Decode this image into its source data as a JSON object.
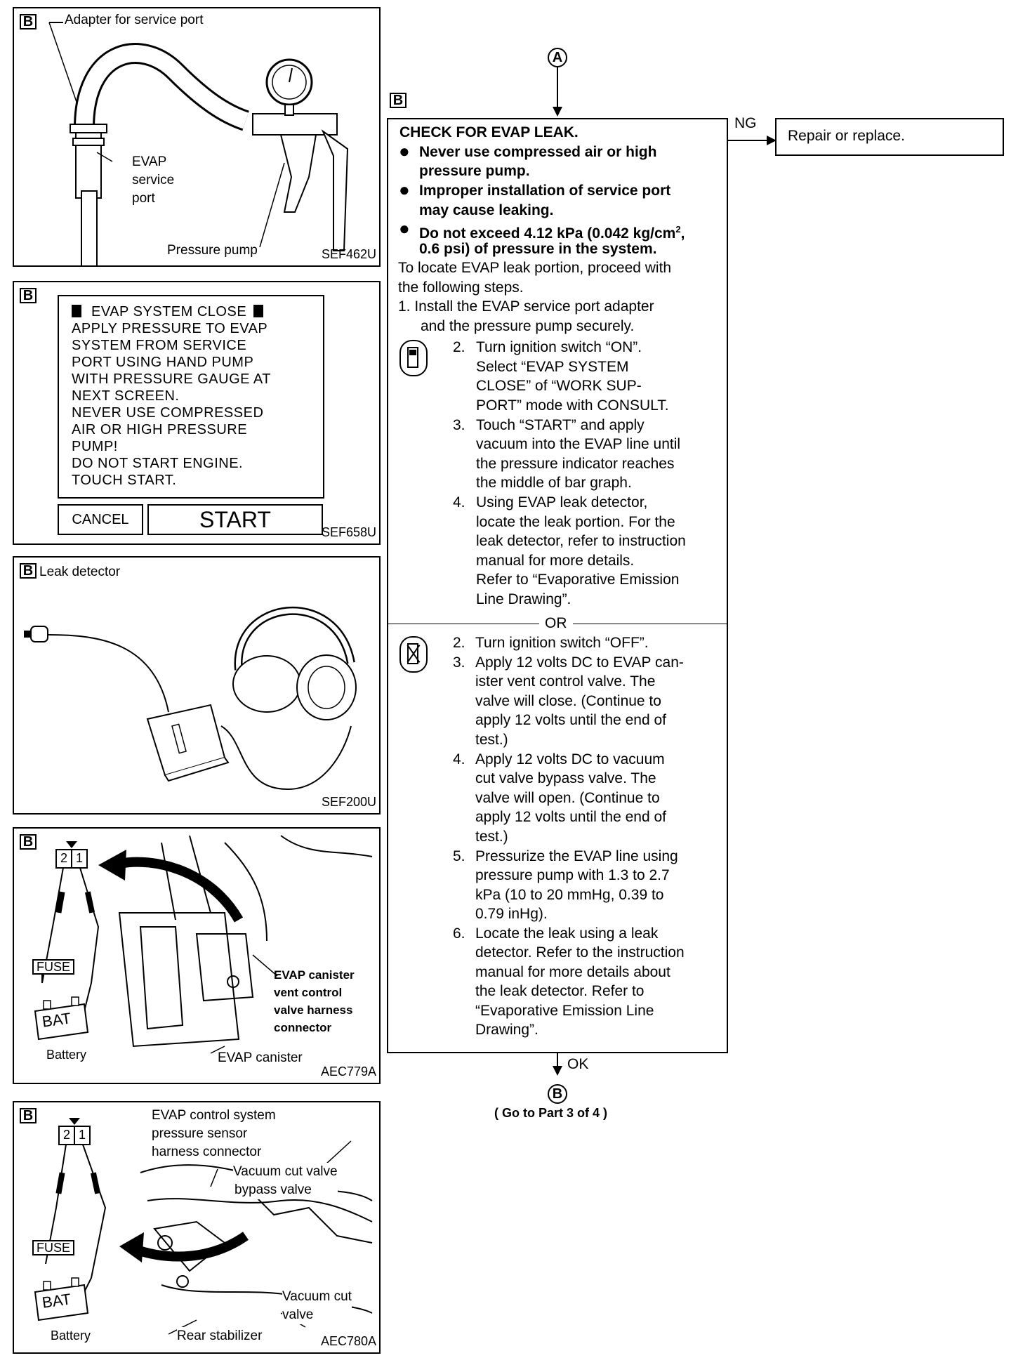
{
  "badge": "B",
  "panel1": {
    "adapter_label": "Adapter for service port",
    "evap_label_1": "EVAP",
    "evap_label_2": "service",
    "evap_label_3": "port",
    "pump_label": "Pressure pump",
    "code": "SEF462U"
  },
  "panel2": {
    "title": "EVAP SYSTEM CLOSE",
    "lines": [
      "APPLY PRESSURE TO EVAP",
      "SYSTEM FROM SERVICE",
      "PORT USING HAND PUMP",
      "WITH PRESSURE GAUGE AT",
      "NEXT SCREEN.",
      "NEVER USE COMPRESSED",
      "AIR OR HIGH PRESSURE",
      "PUMP!",
      "DO NOT START ENGINE.",
      "TOUCH START."
    ],
    "cancel": "CANCEL",
    "start": "START",
    "code": "SEF658U"
  },
  "panel3": {
    "title": "Leak detector",
    "code": "SEF200U"
  },
  "panel4": {
    "pin2": "2",
    "pin1": "1",
    "fuse": "FUSE",
    "bat": "BAT",
    "battery": "Battery",
    "lbl1": "EVAP canister",
    "lbl2": "vent control",
    "lbl3": "valve harness",
    "lbl4": "connector",
    "canister": "EVAP canister",
    "code": "AEC779A"
  },
  "panel5": {
    "pin2": "2",
    "pin1": "1",
    "fuse": "FUSE",
    "bat": "BAT",
    "battery": "Battery",
    "sensor1": "EVAP control system",
    "sensor2": "pressure sensor",
    "sensor3": "harness connector",
    "vcv1": "Vacuum cut valve",
    "vcv2": "bypass valve",
    "vc1": "Vacuum cut",
    "vc2": "valve",
    "stabilizer": "Rear stabilizer",
    "code": "AEC780A"
  },
  "flow": {
    "top_connector": "A",
    "bottom_connector": "B",
    "ng": "NG",
    "ok": "OK",
    "repair": "Repair or replace.",
    "goto": "( Go to Part 3 of 4 )",
    "heading": "CHECK FOR EVAP LEAK.",
    "warn1a": "Never use compressed air or high",
    "warn1b": "pressure pump.",
    "warn2a": "Improper installation of service port",
    "warn2b": "may cause leaking.",
    "warn3a": "Do not exceed 4.12 kPa (0.042 kg/cm",
    "warn3sup": "2",
    "warn3c": ",",
    "warn3b": "0.6 psi) of pressure in the system.",
    "intro1": "To locate EVAP leak portion, proceed with",
    "intro2": "the following steps.",
    "step1a": "1.  Install the EVAP service port adapter",
    "step1b": "and the pressure pump securely.",
    "c2": "2.",
    "c2a": "Turn ignition switch “ON”.",
    "c2b": "Select “EVAP SYSTEM",
    "c2c": "CLOSE” of “WORK SUP-",
    "c2d": "PORT” mode with CONSULT.",
    "c3": "3.",
    "c3a": "Touch “START” and apply",
    "c3b": "vacuum into the EVAP line until",
    "c3c": "the pressure indicator reaches",
    "c3d": "the middle of bar graph.",
    "c4": "4.",
    "c4a": "Using EVAP leak detector,",
    "c4b": "locate the leak portion. For the",
    "c4c": "leak detector, refer to instruction",
    "c4d": "manual for more details.",
    "c4e": "Refer to “Evaporative Emission",
    "c4f": "Line Drawing”.",
    "or": "OR",
    "n2": "2.",
    "n2a": "Turn ignition switch “OFF”.",
    "n3": "3.",
    "n3a": "Apply 12 volts DC to EVAP can-",
    "n3b": "ister vent control valve. The",
    "n3c": "valve will close. (Continue to",
    "n3d": "apply 12 volts until the end of",
    "n3e": "test.)",
    "n4": "4.",
    "n4a": "Apply 12 volts DC to vacuum",
    "n4b": "cut valve bypass valve. The",
    "n4c": "valve will open. (Continue to",
    "n4d": "apply 12 volts until the end of",
    "n4e": "test.)",
    "n5": "5.",
    "n5a": "Pressurize the EVAP line using",
    "n5b": "pressure pump with 1.3 to 2.7",
    "n5c": "kPa (10 to 20 mmHg, 0.39 to",
    "n5d": "0.79 inHg).",
    "n6": "6.",
    "n6a": "Locate the leak using a leak",
    "n6b": "detector. Refer to the instruction",
    "n6c": "manual for more details about",
    "n6d": "the leak detector. Refer to",
    "n6e": "“Evaporative Emission Line",
    "n6f": "Drawing”."
  }
}
